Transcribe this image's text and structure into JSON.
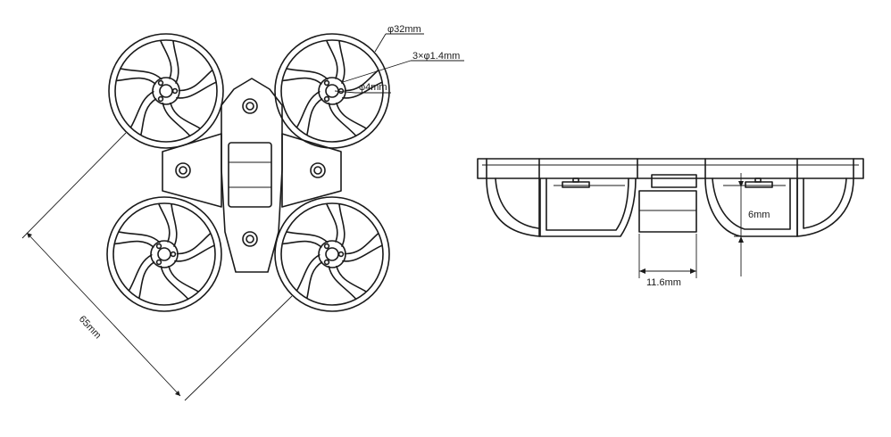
{
  "labels": {
    "prop_guard_diameter": "φ32mm",
    "mount_holes": "3×φ1.4mm",
    "motor_hole": "φ4mm",
    "diagonal_wheelbase": "65mm",
    "camera_width": "11.6mm",
    "motor_height": "6mm"
  }
}
